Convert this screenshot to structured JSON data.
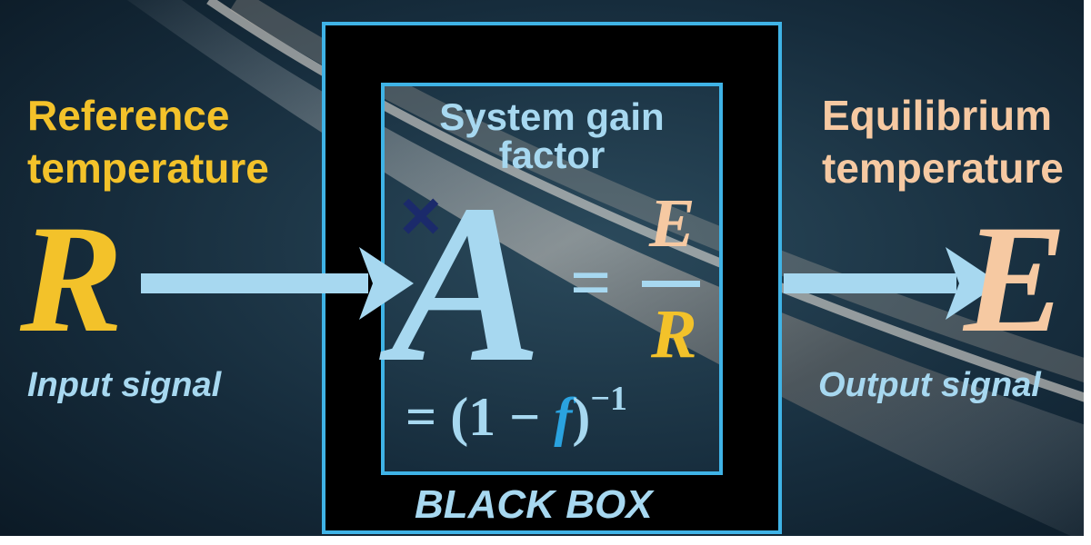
{
  "input": {
    "title_line1": "Reference",
    "title_line2": "temperature",
    "symbol": "R",
    "signal_label": "Input signal"
  },
  "box": {
    "title_line1": "System gain",
    "title_line2": "factor",
    "multiply_symbol": "×",
    "gain_symbol": "A",
    "equals": "=",
    "frac_numerator": "E",
    "frac_denominator": "R",
    "formula_prefix": "= (1 −",
    "formula_variable": "f",
    "formula_suffix": ")",
    "formula_exponent": "−1",
    "caption": "BLACK BOX"
  },
  "output": {
    "title_line1": "Equilibrium",
    "title_line2": "temperature",
    "symbol": "E",
    "signal_label": "Output signal"
  },
  "colors": {
    "input_yellow": "#f3c22a",
    "output_peach": "#f6c9a2",
    "light_blue": "#a7d8f0",
    "box_border": "#3fb3e6",
    "cross_navy": "#1b2a6b",
    "variable_blue": "#2aa3e0"
  }
}
